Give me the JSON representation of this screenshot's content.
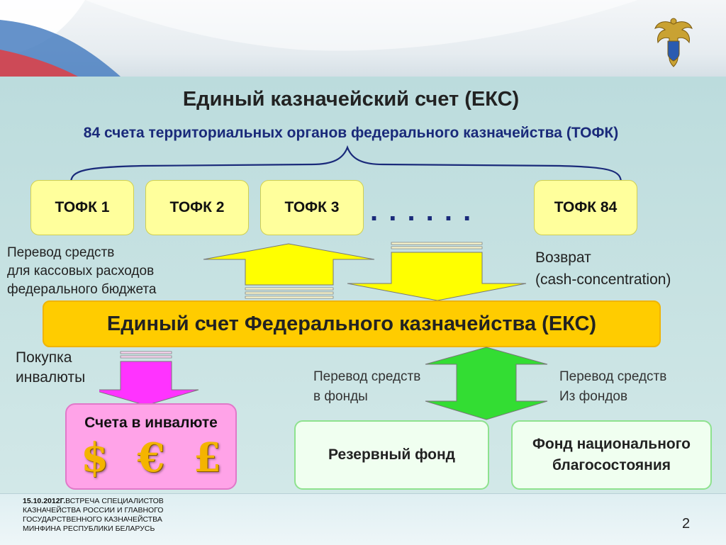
{
  "title": "Единый казначейский счет (ЕКС)",
  "subtitle": "84 счета территориальных органов федерального казначейства (ТОФК)",
  "tofk": [
    "ТОФК 1",
    "ТОФК 2",
    "ТОФК 3",
    "ТОФК 84"
  ],
  "ellipsis": ". . . . . .",
  "left_label": [
    "Перевод средств",
    "для кассовых расходов",
    "федерального бюджета"
  ],
  "right_label": [
    "Возврат",
    "(cash-concentration)"
  ],
  "eks_box": "Единый счет Федерального казначейства (ЕКС)",
  "fx_purchase": [
    "Покупка",
    "инвалюты"
  ],
  "fx_accounts": "Счета в инвалюте",
  "currency_symbols": [
    "$",
    "€",
    "£"
  ],
  "to_funds": [
    "Перевод средств",
    "в фонды"
  ],
  "from_funds": [
    "Перевод средств",
    "Из фондов"
  ],
  "reserve_fund": "Резервный фонд",
  "welfare_fund": [
    "Фонд национального",
    "благосостояния"
  ],
  "footer": {
    "date": "15.10.2012г.",
    "lines": [
      "Встреча специалистов",
      "казначейства России и главного",
      "государственного казначейства",
      "Минфина Республики Беларусь"
    ]
  },
  "page_number": "2",
  "colors": {
    "tofk_box": "#ffff9c",
    "eks_box": "#ffcc00",
    "up_arrow": "#ffff00",
    "fx_arrow": "#ff33ff",
    "funds_arrow": "#33dd33",
    "fx_box": "#ffa3e8",
    "funds_box": "#f0fff0",
    "blue_text": "#1a2a7a"
  }
}
